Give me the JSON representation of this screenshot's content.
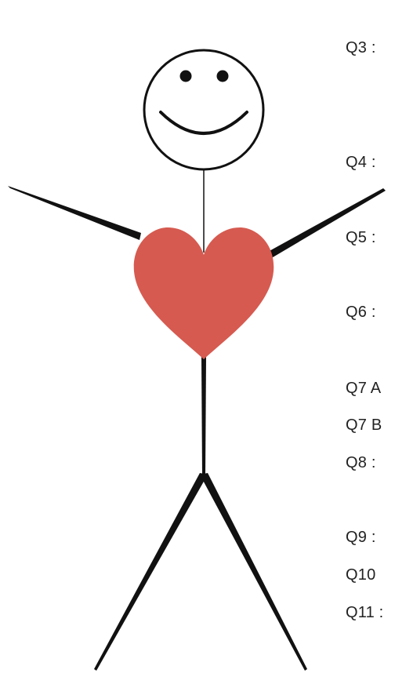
{
  "colors": {
    "heart": "#d65a50",
    "stroke": "#111111",
    "text": "#222222"
  },
  "icons": [
    "smiley-face-icon",
    "heart-icon",
    "stick-figure-icon"
  ],
  "question_labels": [
    "Q3 :",
    "Q4 :",
    "Q5 :",
    "Q6 :",
    "Q7 A",
    "Q7 B",
    "Q8 :",
    "Q9 :",
    "Q10",
    "Q11 :"
  ]
}
